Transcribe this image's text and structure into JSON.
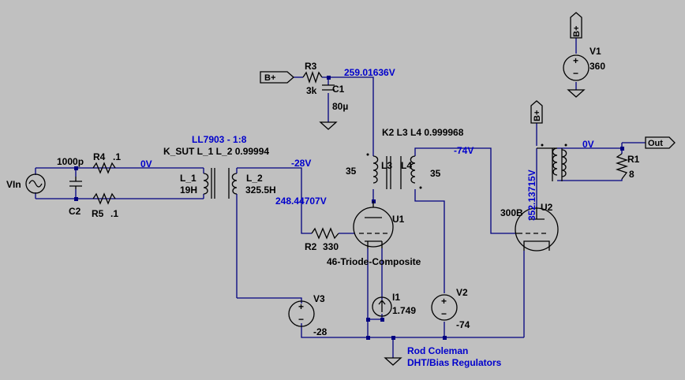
{
  "labels": {
    "b_plus_left": "B+",
    "r3_name": "R3",
    "r3_value": "3k",
    "c1_name": "C1",
    "c1_value": "80µ",
    "node_plate": "259.01636V",
    "b_plus_v1": "B+",
    "v1_name": "V1",
    "v1_value": "360",
    "b_plus_out": "B+",
    "k2_statement": "K2 L3 L4  0.999968",
    "ll7903": "LL7903 - 1:8",
    "k_sut": "K_SUT L_1 L_2 0.99994",
    "c4_value": "1000p",
    "r4_name": "R4",
    "r4_value": ".1",
    "node_0v_in": "0V",
    "vin": "VIn",
    "c2_name": "C2",
    "r5_name": "R5",
    "r5_value": ".1",
    "l1_name": "L_1",
    "l1_value": "19H",
    "l2_name": "L_2",
    "l2_value": "325.5H",
    "node_m28": "-28V",
    "node_grid": "248.44707V",
    "l3_value": "35",
    "l3_name": "L3",
    "l4_name": "L4",
    "l4_value": "35",
    "node_m74": "-74V",
    "u1_name": "U1",
    "r2_name": "R2",
    "r2_value": "330",
    "u1_model": "46-Triode-Composite",
    "node_out_0v": "0V",
    "out_flag": "Out",
    "r1_name": "R1",
    "r1_value": "8",
    "u2_model": "300B",
    "u2_name": "U2",
    "node_u2_plate": "352.13715V",
    "v3_name": "V3",
    "v3_value": "-28",
    "i1_name": "I1",
    "i1_value": "1.749",
    "v2_name": "V2",
    "v2_value": "-74",
    "credit_1": "Rod Coleman",
    "credit_2": "DHT/Bias Regulators"
  },
  "colors": {
    "background": "#c0c0c0",
    "wire": "#000080",
    "component": "#000000",
    "net_label": "#0000cc"
  }
}
